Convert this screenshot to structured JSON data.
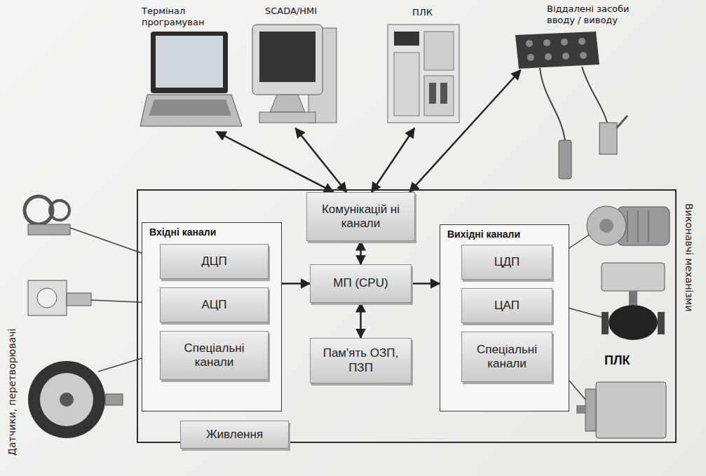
{
  "diagram": {
    "nodes": [
      {
        "text": [
          "Термінал програмуван"
        ]
      },
      {
        "text": [
          "SCADA/HMI"
        ]
      },
      {
        "text": [
          "ПЛК"
        ]
      },
      {
        "text": [
          "Віддалені засоби вводу / виводу"
        ]
      },
      {
        "text": [
          "ПЛК"
        ]
      },
      {
        "text": [
          "Комунікацій ні канали"
        ],
        "in": 4
      },
      {
        "text": [
          "Вхідні канали"
        ],
        "in": 4
      },
      {
        "text": [
          "ДЦП"
        ],
        "in": 6
      },
      {
        "text": [
          "АЦП"
        ],
        "in": 6
      },
      {
        "text": [
          "Спеціальні канали"
        ],
        "in": 6
      },
      {
        "text": [
          "МП (CPU)"
        ],
        "in": 4
      },
      {
        "text": [
          "Вихідні канали"
        ],
        "in": 4
      },
      {
        "text": [
          "ЦДП"
        ],
        "in": 11
      },
      {
        "text": [
          "ЦАП"
        ],
        "in": 11
      },
      {
        "text": [
          "Спеціальні канали"
        ],
        "in": 11
      },
      {
        "text": [
          "Пам'ять ОЗП, ПЗП"
        ],
        "in": 4
      },
      {
        "text": [
          "Живлення"
        ],
        "in": 4
      }
    ],
    "edges": [
      {
        "from": 5,
        "to": 0,
        "arrow": "both"
      },
      {
        "from": 5,
        "to": 1,
        "arrow": "both"
      },
      {
        "from": 5,
        "to": 2,
        "arrow": "both"
      },
      {
        "from": 5,
        "to": 3,
        "arrow": "both"
      },
      {
        "from": 5,
        "to": 10,
        "arrow": "both"
      },
      {
        "from": 6,
        "to": 10,
        "arrow": "to"
      },
      {
        "from": 10,
        "to": 11,
        "arrow": "to"
      },
      {
        "from": 10,
        "to": 15,
        "arrow": "both"
      }
    ],
    "labels": [
      "Датчики, перетворювачі",
      "Виконавчі механізми"
    ]
  }
}
